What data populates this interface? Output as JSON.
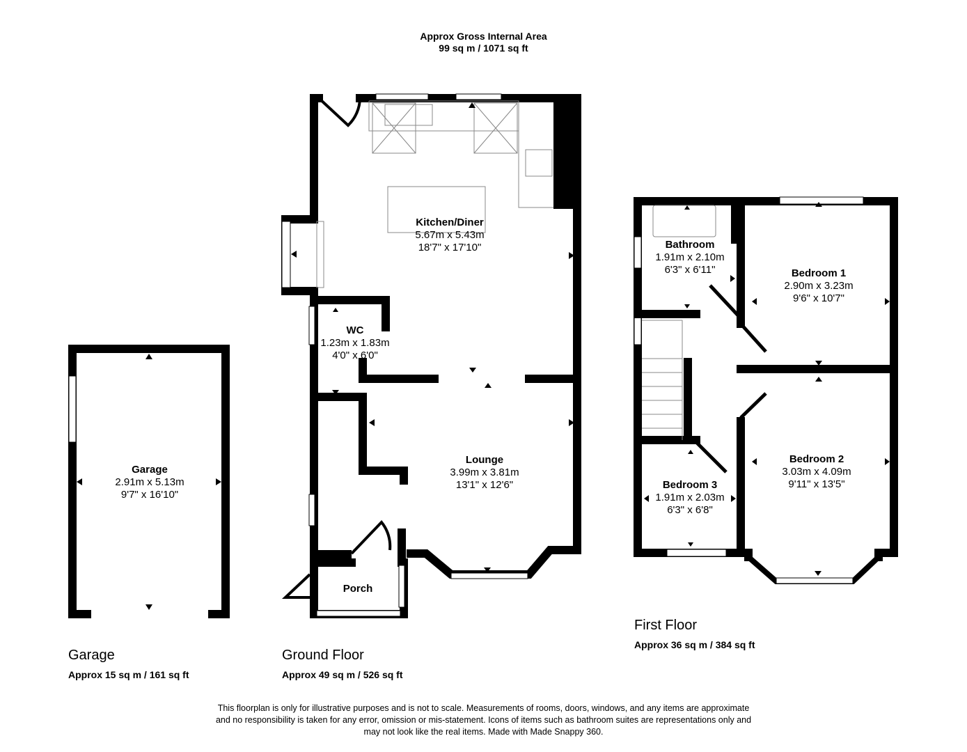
{
  "header": {
    "title": "Approx Gross Internal Area",
    "area": "99 sq m / 1071 sq ft"
  },
  "floors": [
    {
      "name": "Garage",
      "area": "Approx 15 sq m / 161 sq ft"
    },
    {
      "name": "Ground Floor",
      "area": "Approx 49 sq m / 526 sq ft"
    },
    {
      "name": "First Floor",
      "area": "Approx 36 sq m / 384 sq ft"
    }
  ],
  "rooms": {
    "garage": {
      "name": "Garage",
      "metric": "2.91m x 5.13m",
      "imperial": "9'7\" x 16'10\""
    },
    "kitchen": {
      "name": "Kitchen/Diner",
      "metric": "5.67m x 5.43m",
      "imperial": "18'7\" x 17'10\""
    },
    "wc": {
      "name": "WC",
      "metric": "1.23m x 1.83m",
      "imperial": "4'0\" x 6'0\""
    },
    "lounge": {
      "name": "Lounge",
      "metric": "3.99m x 3.81m",
      "imperial": "13'1\" x 12'6\""
    },
    "porch": {
      "name": "Porch"
    },
    "bathroom": {
      "name": "Bathroom",
      "metric": "1.91m x 2.10m",
      "imperial": "6'3\" x 6'11\""
    },
    "bedroom1": {
      "name": "Bedroom 1",
      "metric": "2.90m x 3.23m",
      "imperial": "9'6\" x 10'7\""
    },
    "bedroom2": {
      "name": "Bedroom 2",
      "metric": "3.03m x 4.09m",
      "imperial": "9'11\" x 13'5\""
    },
    "bedroom3": {
      "name": "Bedroom 3",
      "metric": "1.91m x 2.03m",
      "imperial": "6'3\" x 6'8\""
    }
  },
  "disclaimer": [
    "This floorplan is only for illustrative purposes and is not to scale. Measurements of rooms, doors, windows, and any items are approximate",
    "and no responsibility is taken for any error, omission or mis-statement. Icons of items such as bathroom suites are representations only and",
    "may not look like the real items. Made with Made Snappy 360."
  ]
}
